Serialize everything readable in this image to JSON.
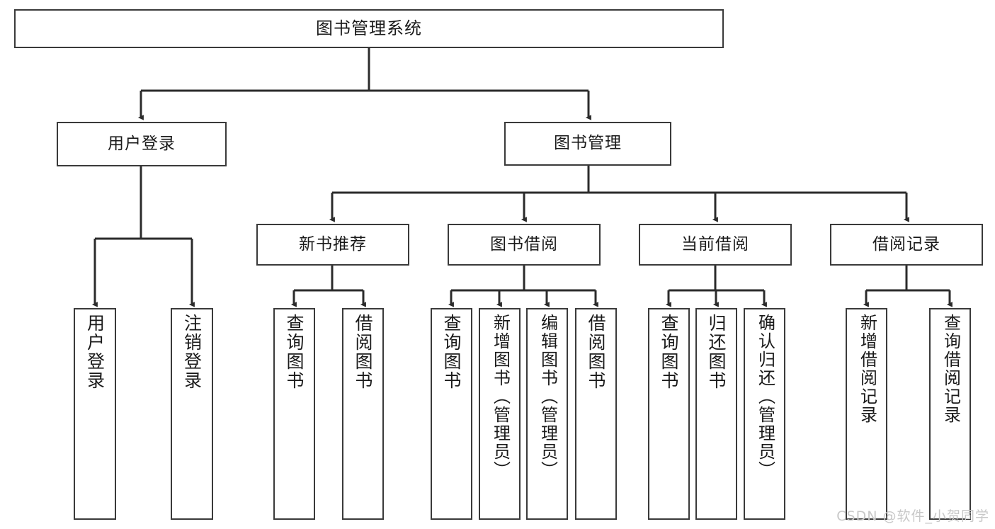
{
  "diagram": {
    "title": "图书管理系统",
    "type": "tree",
    "theme": {
      "background": "#ffffff",
      "box_border": "#3a3a3a",
      "box_fill": "#ffffff",
      "text": "#1a1a1a",
      "edge": "#2b2b2b",
      "watermark": "#c8c8c8"
    }
  },
  "root": {
    "label": "图书管理系统"
  },
  "level1": [
    {
      "label": "用户登录"
    },
    {
      "label": "图书管理"
    }
  ],
  "level2": [
    {
      "label": "新书推荐"
    },
    {
      "label": "图书借阅"
    },
    {
      "label": "当前借阅"
    },
    {
      "label": "借阅记录"
    }
  ],
  "leaves": {
    "user_login": [
      {
        "label": "用户登录"
      },
      {
        "label": "注销登录"
      }
    ],
    "new_book_recommend": [
      {
        "label": "查询图书"
      },
      {
        "label": "借阅图书"
      }
    ],
    "book_borrow": [
      {
        "label": "查询图书"
      },
      {
        "label": "新增图书（管理员）"
      },
      {
        "label": "编辑图书（管理员）"
      },
      {
        "label": "借阅图书"
      }
    ],
    "current_borrow": [
      {
        "label": "查询图书"
      },
      {
        "label": "归还图书"
      },
      {
        "label": "确认归还（管理员）"
      }
    ],
    "borrow_record": [
      {
        "label": "新增借阅记录"
      },
      {
        "label": "查询借阅记录"
      }
    ]
  },
  "watermark": {
    "text": "CSDN @软件_小贺同学"
  }
}
